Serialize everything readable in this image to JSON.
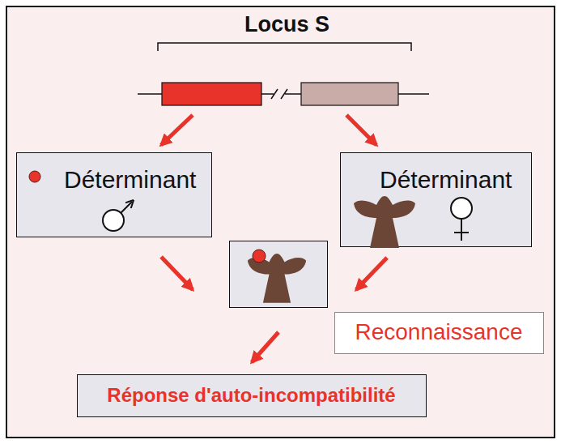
{
  "diagram": {
    "title": "Locus S",
    "nodes": [
      {
        "text": [
          "Déterminant"
        ]
      },
      {
        "text": [
          "Déterminant"
        ]
      },
      {
        "text": []
      },
      {
        "text": [
          "Reconnaissance"
        ]
      },
      {
        "text": [
          "Réponse d'auto-incompatibilité"
        ]
      }
    ],
    "edges": [
      {
        "from": 0,
        "to": 2,
        "arrow": "to"
      },
      {
        "from": 1,
        "to": 2,
        "arrow": "to"
      },
      {
        "from": 2,
        "to": 4,
        "arrow": "to"
      }
    ]
  }
}
